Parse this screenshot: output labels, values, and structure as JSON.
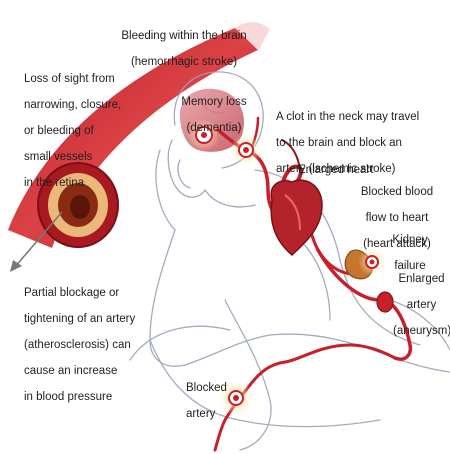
{
  "labels": {
    "hemorrhagic": [
      "Bleeding within the brain",
      "(hemorrhagic stroke)"
    ],
    "sight": [
      "Loss of sight from",
      "narrowing, closure,",
      "or bleeding of",
      "small vessels",
      "in the retina"
    ],
    "memory": [
      "Memory loss",
      "(dementia)"
    ],
    "clot": [
      "A clot in the neck may travel",
      "to the brain and block an",
      "artery (ischemic stroke)"
    ],
    "heart": [
      "Enlarged heart"
    ],
    "attack": [
      "Blocked blood",
      "flow to heart",
      "(heart attack)"
    ],
    "kidney": [
      "Kidney",
      "failure"
    ],
    "aneurysm": [
      "Enlarged",
      "artery",
      "(aneurysm)"
    ],
    "partial": [
      "Partial blockage or",
      "tightening of an artery",
      "(atherosclerosis) can",
      "cause an increase",
      "in blood pressure"
    ],
    "blocked_artery": [
      "Blocked",
      "artery"
    ]
  },
  "colors": {
    "artery": "#c8202a",
    "artery_dark": "#8e141c",
    "glow": "#f6d27a",
    "sketch": "#9aa3b8"
  }
}
